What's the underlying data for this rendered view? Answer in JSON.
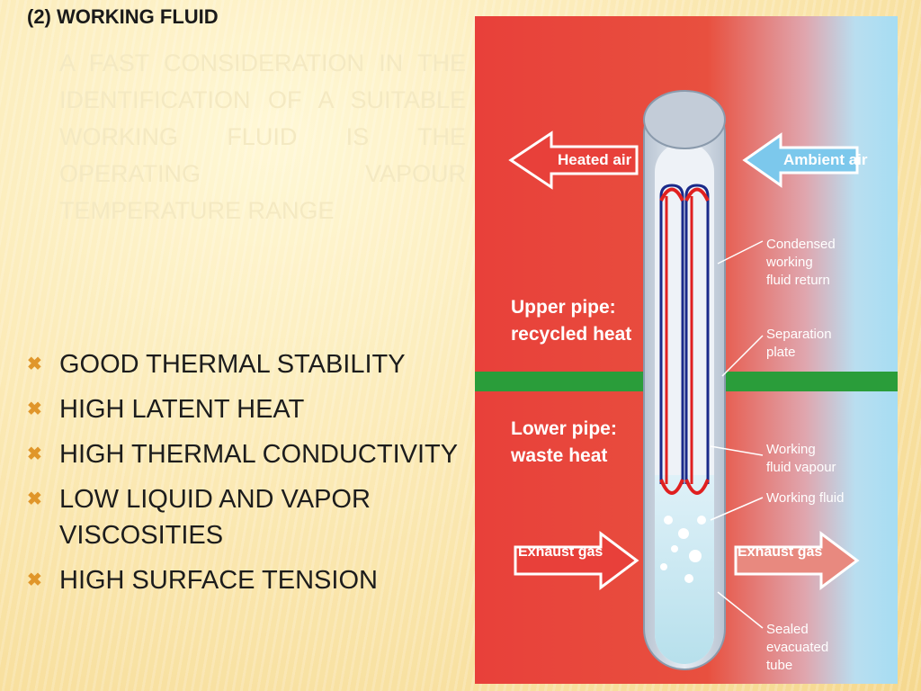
{
  "slide": {
    "title": "(2) WORKING FLUID",
    "ghost_text": "A FAST CONSIDERATION IN THE IDENTIFICATION OF A SUITABLE WORKING FLUID IS THE OPERATING VAPOUR TEMPERATURE RANGE",
    "bullet_icon": "x-mark-icon",
    "bullets": [
      "GOOD THERMAL STABILITY",
      "HIGH LATENT HEAT",
      "HIGH THERMAL CONDUCTIVITY",
      "LOW LIQUID AND VAPOR VISCOSITIES",
      "HIGH SURFACE TENSION"
    ]
  },
  "diagram": {
    "heated_air": "Heated air",
    "ambient_air": "Ambient air",
    "upper_pipe": [
      "Upper pipe:",
      "recycled heat"
    ],
    "lower_pipe": [
      "Lower pipe:",
      "waste heat"
    ],
    "exhaust_left": "Exhaust gas",
    "exhaust_right": "Exhaust gas",
    "condensed": [
      "Condensed",
      "working",
      "fluid return"
    ],
    "separation": [
      "Separation",
      "plate"
    ],
    "vapour": [
      "Working",
      "fluid vapour"
    ],
    "fluid": "Working fluid",
    "sealed": [
      "Sealed",
      "evacuated",
      "tube"
    ],
    "colors": {
      "hot": "#e8403a",
      "cold": "#a8dff2",
      "plate": "#2a9d3a",
      "arrow_up": "#e02020",
      "arrow_down": "#1a2a8a"
    }
  }
}
